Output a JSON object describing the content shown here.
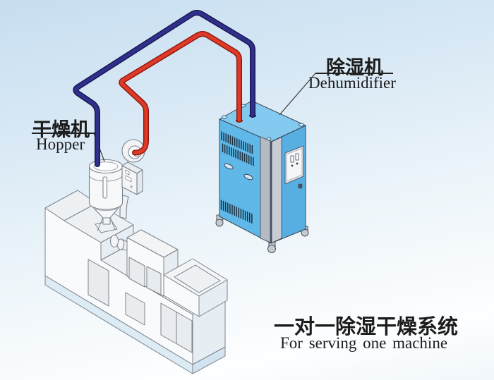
{
  "labels": {
    "hopper": {
      "zh": "干燥机",
      "en": "Hopper"
    },
    "dehumidifier": {
      "zh": "除湿机",
      "en": "Dehumidifier"
    }
  },
  "caption": {
    "zh": "一对一除湿干燥系统",
    "en": "For serving one machine"
  },
  "colors": {
    "pipe_red_core": "#dd3a28",
    "pipe_red_edge": "#8e150c",
    "pipe_blue_core": "#30308c",
    "pipe_blue_edge": "#15154d",
    "cabinet_left": "#5fb8e8",
    "cabinet_right": "#57aee1",
    "cabinet_top": "#84c9f0",
    "background_top": "#c7def0",
    "background_bottom": "#ffffff"
  }
}
